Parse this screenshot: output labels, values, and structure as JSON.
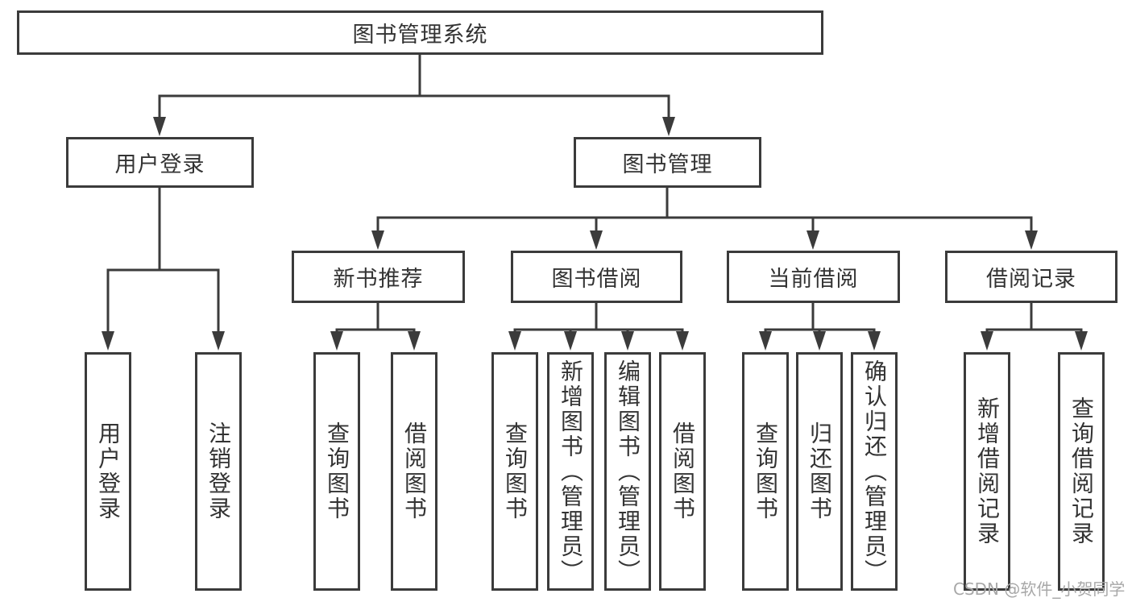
{
  "diagram": {
    "root": {
      "label": "图书管理系统"
    },
    "branches": [
      {
        "label": "用户登录",
        "leaves": [
          {
            "label": "用户登录"
          },
          {
            "label": "注销登录"
          }
        ]
      },
      {
        "label": "图书管理",
        "sections": [
          {
            "label": "新书推荐",
            "leaves": [
              {
                "label": "查询图书"
              },
              {
                "label": "借阅图书"
              }
            ]
          },
          {
            "label": "图书借阅",
            "leaves": [
              {
                "label": "查询图书"
              },
              {
                "label": "新增图书（管理员）"
              },
              {
                "label": "编辑图书（管理员）"
              },
              {
                "label": "借阅图书"
              }
            ]
          },
          {
            "label": "当前借阅",
            "leaves": [
              {
                "label": "查询图书"
              },
              {
                "label": "归还图书"
              },
              {
                "label": "确认归还（管理员）"
              }
            ]
          },
          {
            "label": "借阅记录",
            "leaves": [
              {
                "label": "新增借阅记录"
              },
              {
                "label": "查询借阅记录"
              }
            ]
          }
        ]
      }
    ]
  },
  "watermark": {
    "text": "CSDN @软件_小贺同学"
  },
  "colors": {
    "line": "#3b3b3b",
    "text": "#333333",
    "box_background": "#ffffff",
    "watermark": "#a8a8a8",
    "page_background": "#ffffff"
  }
}
